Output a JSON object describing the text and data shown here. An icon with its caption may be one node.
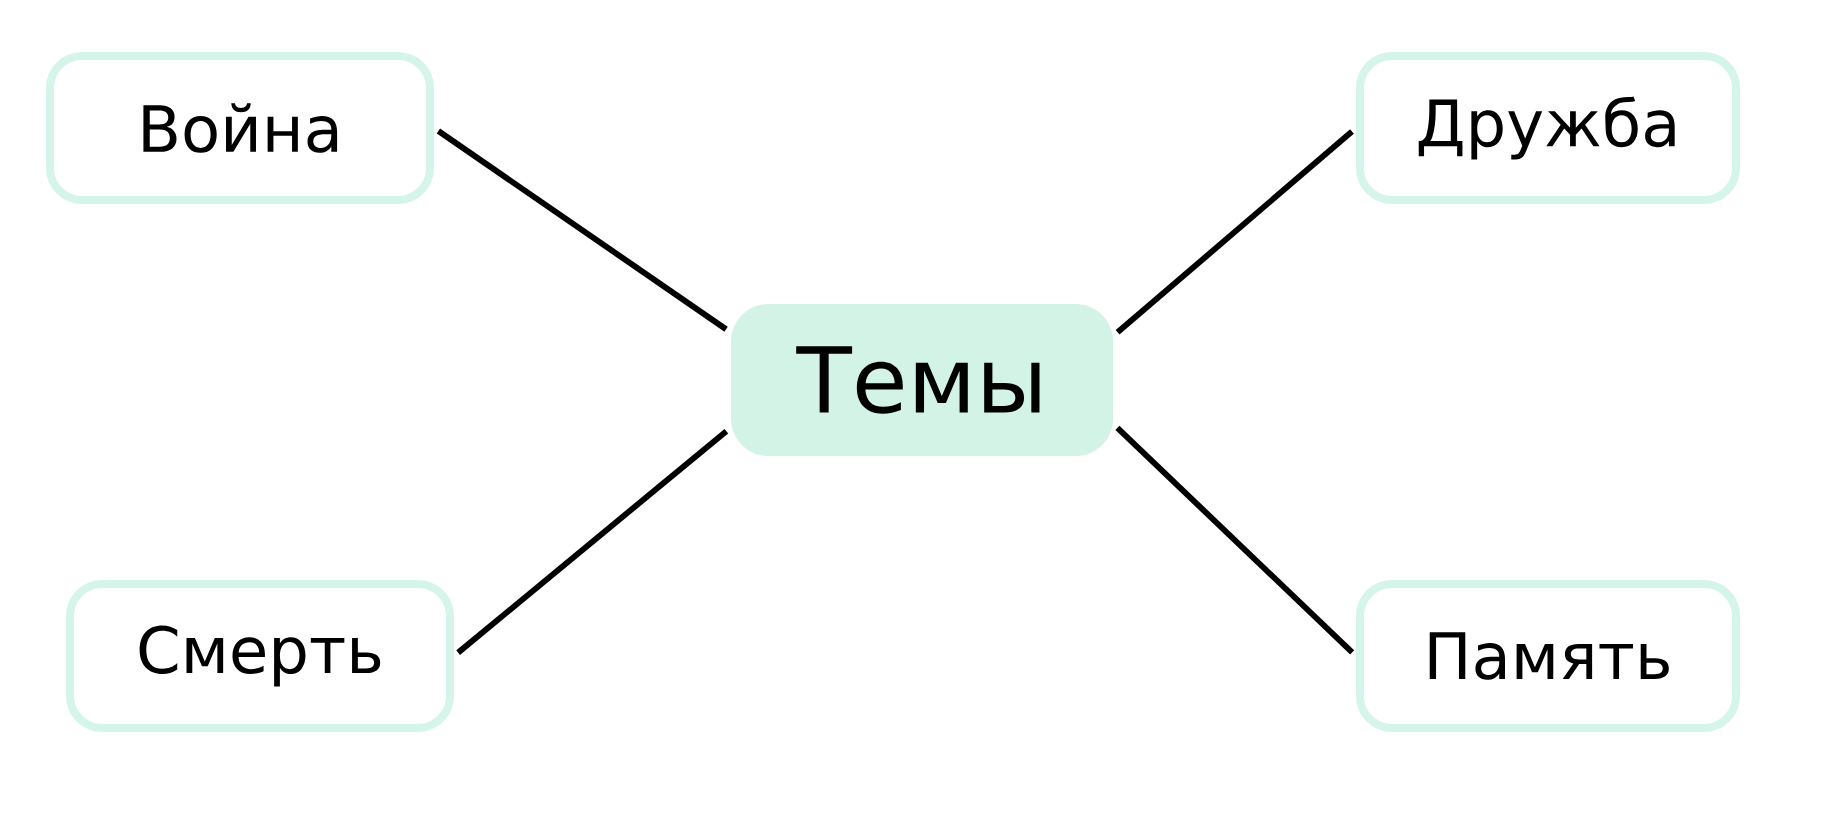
{
  "diagram": {
    "nodes": [
      {
        "text": [
          "Война"
        ]
      },
      {
        "text": [
          "Дружба"
        ]
      },
      {
        "text": [
          "Темы"
        ]
      },
      {
        "text": [
          "Смерть"
        ]
      },
      {
        "text": [
          "Память"
        ]
      }
    ],
    "edges": [
      {
        "from": 2,
        "to": 0,
        "arrow": "none"
      },
      {
        "from": 2,
        "to": 1,
        "arrow": "none"
      },
      {
        "from": 2,
        "to": 3,
        "arrow": "none"
      },
      {
        "from": 2,
        "to": 4,
        "arrow": "none"
      }
    ]
  }
}
